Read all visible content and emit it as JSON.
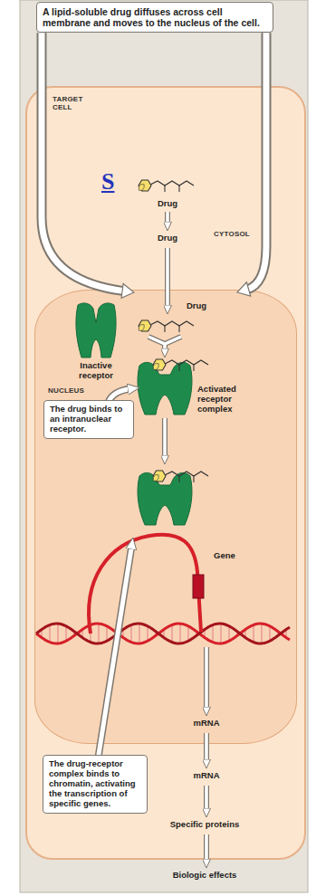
{
  "diagram": {
    "nodes": [
      {
        "text": [
          "A lipid-soluble drug diffuses across cell membrane and moves to the nucleus of the cell."
        ]
      },
      {
        "text": [
          "TARGET CELL",
          "CYTOSOL"
        ]
      },
      {
        "text": [
          "NUCLEUS"
        ],
        "in": 1
      },
      {
        "text": [
          "The drug binds to an intranuclear receptor."
        ]
      },
      {
        "text": [
          "The drug-receptor complex binds to chromatin, activating the transcription of specific genes."
        ]
      }
    ],
    "edges": [
      {
        "from": 0,
        "to": 2,
        "arrow": "to"
      },
      {
        "from": 0,
        "to": 2,
        "arrow": "to"
      }
    ],
    "labels": [
      "S",
      "Drug",
      "Drug",
      "Drug",
      "Inactive receptor",
      "Activated receptor complex",
      "Gene",
      "mRNA",
      "mRNA",
      "Specific proteins",
      "Biologic effects"
    ]
  }
}
